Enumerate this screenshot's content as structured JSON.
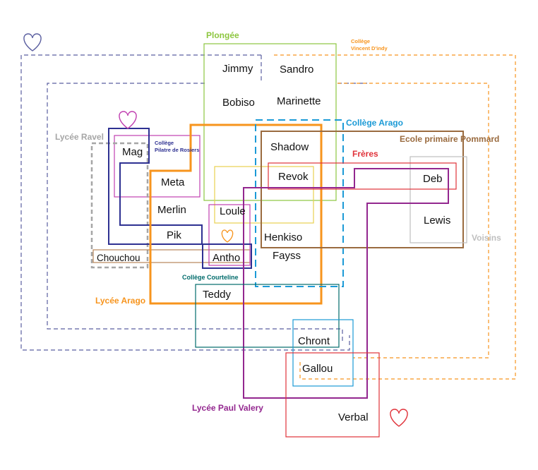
{
  "diagram": {
    "groups": {
      "plongee": {
        "label": "Plongée",
        "color": "#8dc63f"
      },
      "college_vincent": {
        "label1": "Collège",
        "label2": "Vincent D'indy",
        "color": "#f7941d"
      },
      "college_arago": {
        "label": "Collège Arago",
        "color": "#1b9ad6"
      },
      "ecole_pommard": {
        "label": "Ecole primaire Pommard",
        "color": "#9a6b3f"
      },
      "freres": {
        "label": "Frères",
        "color": "#e0323a"
      },
      "voisins": {
        "label": "Voisins",
        "color": "#bfbfbf"
      },
      "lycee_ravel": {
        "label": "Lycée Ravel",
        "color": "#a6a6a6"
      },
      "college_pilatre": {
        "label1": "Collège",
        "label2": "Pilatre de Rosiers",
        "color": "#2e3192"
      },
      "lycee_arago": {
        "label": "Lycée Arago",
        "color": "#f7941d"
      },
      "college_courteline": {
        "label": "Collège Courteline",
        "color": "#006b6b"
      },
      "lycee_valery": {
        "label": "Lycée Paul Valery",
        "color": "#93278f"
      }
    },
    "names": {
      "jimmy": "Jimmy",
      "sandro": "Sandro",
      "bobiso": "Bobiso",
      "marinette": "Marinette",
      "shadow": "Shadow",
      "revok": "Revok",
      "deb": "Deb",
      "lewis": "Lewis",
      "mag": "Mag",
      "meta": "Meta",
      "merlin": "Merlin",
      "loule": "Loule",
      "pik": "Pik",
      "henkiso": "Henkiso",
      "antho": "Antho",
      "fayss": "Fayss",
      "chouchou": "Chouchou",
      "teddy": "Teddy",
      "chront": "Chront",
      "gallou": "Gallou",
      "verbal": "Verbal"
    },
    "colors": {
      "navy_dashed": "#5b5fa0",
      "pilatre_box": "#c03fb0",
      "yellow_box": "#e8d050",
      "pink_box": "#c03fb0",
      "chouchou_line": "#b07a4a",
      "heart_top_left": "#5b5fa0",
      "heart_mag": "#c03fb0",
      "heart_antho": "#f7941d",
      "heart_verbal": "#e0323a"
    }
  }
}
